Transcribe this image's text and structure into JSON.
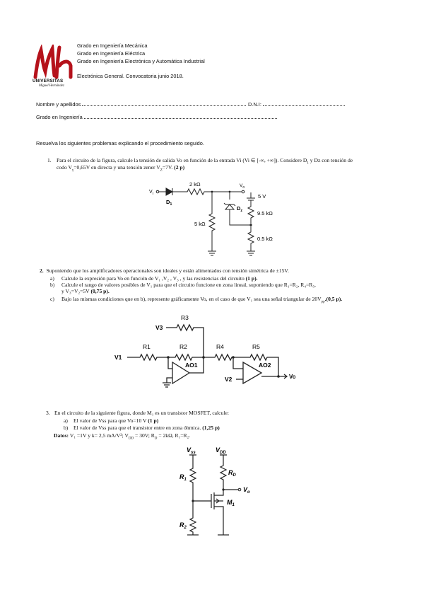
{
  "logo": {
    "name": "UNIVERSITAS",
    "sub": "Miguel Hernández",
    "color": "#b5121b"
  },
  "header": {
    "degree_lines": [
      "Grado en Ingeniería Mecánica",
      "Grado en Ingeniería Eléctrica",
      "Grado en Ingeniería Electrónica y Automática Industrial"
    ],
    "exam": "Electrónica General. Convocatoria junio 2018."
  },
  "fields": {
    "name_label": "Nombre y apellidos",
    "dni_label": "D.N.I:",
    "degree_label": "Grado en Ingeniería"
  },
  "intro": "Resuelva los siguientes problemas explicando el procedimiento seguido.",
  "p1": {
    "num": "1.",
    "text_a": "Para el circuito de la figura, calcule la tensión de salida Vo en función de la entrada Vi (Vi ∈ [-∞, +∞]). Considere D",
    "sub1": "1",
    "text_b": " y Dz  con tensión de",
    "text_c": "codo V",
    "subg": "γ",
    "text_d": "=0,65V en directa y una tensión zener V",
    "subz": "Z",
    "text_e": "=7V. ",
    "points": "(2 p)",
    "fig": {
      "vi": "V",
      "vi_sub": "i",
      "vo": "V",
      "vo_sub": "o",
      "r_top": "2 kΩ",
      "d1": "D",
      "d1_sub": "1",
      "dz": "D",
      "dz_sub": "z",
      "r_left": "5 kΩ",
      "source": "5 V",
      "r_mid": "9.5 kΩ",
      "r_bot": "0.5 kΩ"
    }
  },
  "p2": {
    "num": "2.",
    "text": "Suponiendo que los amplificadores operacionales son ideales y están alimentados con tensión simétrica de ±15V.",
    "a_label": "a)",
    "a_text": "Calcule la expresión para Vo en función de V₁ ,V₂ , V₃ , y las resistencias del circuito ",
    "a_points": "(1 p).",
    "b_label": "b)",
    "b_text": "Calcule el rango de valores posibles de V₁ para que el circuito funcione en zona lineal, suponiendo que R₁=R₂, R₄=R₅,",
    "b_text2": "y V₃=V₂=5V ",
    "b_points": "(0,75 p).",
    "c_label": "c)",
    "c_text": "Bajo las mismas condiciones que en b), represente gráficamente Vo, en el caso de que V₁ sea una señal triangular de 20V",
    "c_sub": "pp",
    "c_points": ".(0,5 p).",
    "fig": {
      "r3": "R3",
      "v3": "V3",
      "r1": "R1",
      "r2": "R2",
      "r4": "R4",
      "r5": "R5",
      "v1": "V1",
      "ao1": "AO1",
      "ao2": "AO2",
      "v2": "V2",
      "vo": "Vo"
    }
  },
  "p3": {
    "num": "3.",
    "text": "En el circuito de la siguiente figura, donde M₁ es un transistor MOSFET, calcule:",
    "a_label": "a)",
    "a_text": "El valor de Vss para que Vo=10 V ",
    "a_points": "(1 p)",
    "b_label": "b)",
    "b_text": "El valor de Vss para que el transistor entre en zona óhmica. ",
    "b_points": "(1,25 p)",
    "data_label": "Datos:",
    "data_text": " V₁ =1V y k= 2,5 mA/V²; V",
    "data_sub": "DD",
    "data_text2": " = 30V; R",
    "data_sub2": "D",
    "data_text3": " = 2kΩ, R₁=R₂.",
    "fig": {
      "vss": "V",
      "vss_sub": "ss",
      "vdd": "V",
      "vdd_sub": "DD",
      "r1": "R",
      "r1_sub": "1",
      "rd": "R",
      "rd_sub": "D",
      "vo": "V",
      "vo_sub": "o",
      "m1": "M",
      "m1_sub": "1",
      "r2": "R",
      "r2_sub": "2"
    }
  }
}
